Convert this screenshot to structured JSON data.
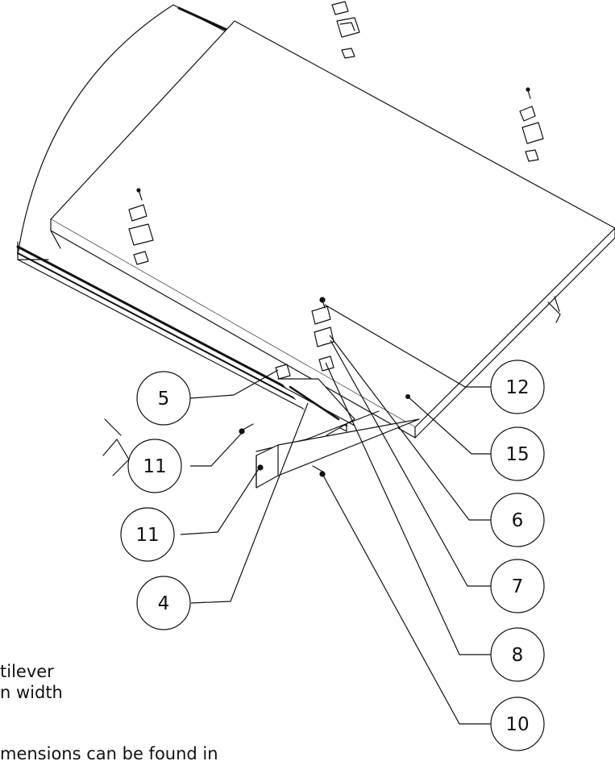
{
  "balloons": [
    {
      "id": "12",
      "label": "12"
    },
    {
      "id": "15",
      "label": "15"
    },
    {
      "id": "6",
      "label": "6"
    },
    {
      "id": "7",
      "label": "7"
    },
    {
      "id": "8",
      "label": "8"
    },
    {
      "id": "10",
      "label": "10"
    },
    {
      "id": "5",
      "label": "5"
    },
    {
      "id": "11a",
      "label": "11"
    },
    {
      "id": "11b",
      "label": "11"
    },
    {
      "id": "4",
      "label": "4"
    }
  ],
  "notes": {
    "line1": "tilever",
    "line2": "n width",
    "line3": "mensions can be found in"
  }
}
